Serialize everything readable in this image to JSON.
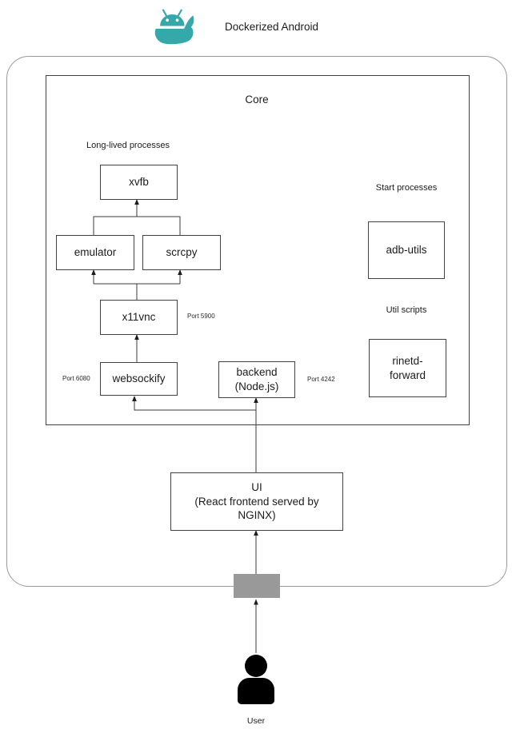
{
  "header": {
    "title": "Dockerized Android",
    "logo_icon": "android-whale-icon"
  },
  "core": {
    "title": "Core",
    "group_labels": {
      "long_lived": "Long-lived processes",
      "start": "Start processes",
      "util": "Util scripts"
    }
  },
  "nodes": {
    "xvfb": {
      "label": "xvfb"
    },
    "emulator": {
      "label": "emulator"
    },
    "scrcpy": {
      "label": "scrcpy"
    },
    "x11vnc": {
      "label": "x11vnc",
      "port": "Port 5900"
    },
    "websockify": {
      "label": "websockify",
      "port": "Port 6080"
    },
    "backend": {
      "label": "backend\n(Node.js)",
      "port": "Port 4242"
    },
    "adb_utils": {
      "label": "adb-utils"
    },
    "rinetd_forward": {
      "label": "rinetd-\nforward"
    },
    "ui": {
      "label": "UI\n(React frontend served by\nNGINX)"
    }
  },
  "user": {
    "label": "User"
  },
  "colors": {
    "accent_teal": "#35a9a9",
    "line": "#3b3b3b",
    "box_border": "#424242",
    "outer_border": "#9a9a9a",
    "boundary_port_fill": "#999999",
    "user_icon": "#000000",
    "background": "#ffffff"
  }
}
